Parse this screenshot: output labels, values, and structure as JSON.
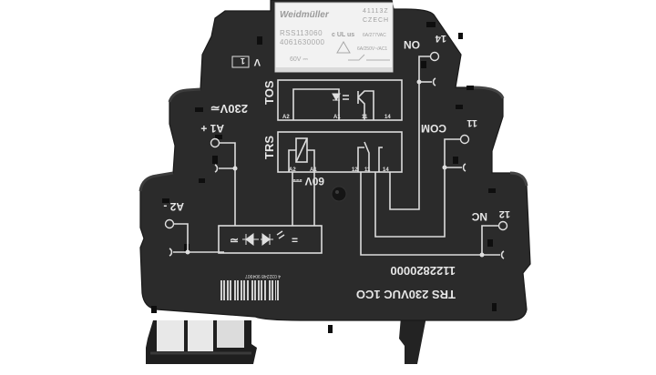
{
  "product": {
    "brand": "Weidmüller",
    "model_label": "TRS 230VUC 1CO",
    "part_number": "1122820000",
    "barcode_text": "4 032248 904907",
    "ratio_icon_label": "V",
    "supply_label": "230V≂",
    "dc_label": "60V ⎓",
    "sections": {
      "top": "TOS",
      "bottom": "TRS"
    }
  },
  "relay_sticker": {
    "brand": "Weidmüller",
    "code": "41113Z",
    "origin": "CZECH",
    "type": "RSS113060",
    "article": "4061630000",
    "rating_ul": "6A/277VAC",
    "rating_ac1": "6A/250V~/AC1",
    "coil": "60V ⎓",
    "cert_mark": "c UL us"
  },
  "terminals": {
    "left": [
      {
        "id": "A1",
        "label": "A1 +"
      },
      {
        "id": "A2",
        "label": "A2 -"
      }
    ],
    "right": [
      {
        "id": "14",
        "label": "ON",
        "number": "14"
      },
      {
        "id": "11",
        "label": "COM",
        "number": "11"
      },
      {
        "id": "12",
        "label": "NC",
        "number": "12"
      }
    ]
  },
  "schematic": {
    "tos_pins": [
      "A2",
      "A1",
      "11",
      "14"
    ],
    "trs_pins": [
      "A2",
      "A1",
      "12",
      "11",
      "14"
    ],
    "input_block": "≃ ⊣▷ ▷⊢ ⇗ ="
  },
  "colors": {
    "housing": "#2b2b2b",
    "housing_edge": "#1c1c1c",
    "print": "#e0e0e0",
    "sticker": "#f2f2f2",
    "sticker_text": "#9a9a9a",
    "background": "#ffffff"
  }
}
